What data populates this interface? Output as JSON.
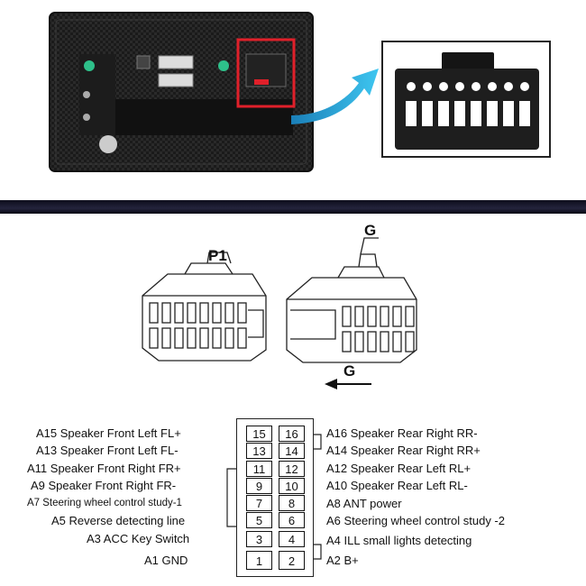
{
  "diagram": {
    "p1_label": "P1",
    "g_label_top": "G",
    "g_label_arrow": "G"
  },
  "left_labels": [
    "A15  Speaker Front Left FL+",
    "A13  Speaker Front Left FL-",
    "A11  Speaker Front Right FR+",
    "A9   Speaker Front Right FR-",
    "A7   Steering wheel control study-1",
    "A5   Reverse detecting line",
    "A3 ACC Key Switch",
    "A1 GND"
  ],
  "right_labels": [
    "A16 Speaker Rear Right RR-",
    "A14 Speaker Rear Right RR+",
    "A12 Speaker Rear Left RL+",
    "A10 Speaker Rear Left RL-",
    "A8   ANT power",
    "A6   Steering wheel control study -2",
    "A4   ILL small lights detecting",
    "A2   B+"
  ],
  "pins_left": [
    "15",
    "13",
    "11",
    "9",
    "7",
    "5",
    "3",
    "1"
  ],
  "pins_right": [
    "16",
    "14",
    "12",
    "10",
    "8",
    "6",
    "4",
    "2"
  ],
  "colors": {
    "highlight_box": "#e0202a",
    "arrow": "#1e9fd6",
    "band": "#1a1a2e"
  }
}
